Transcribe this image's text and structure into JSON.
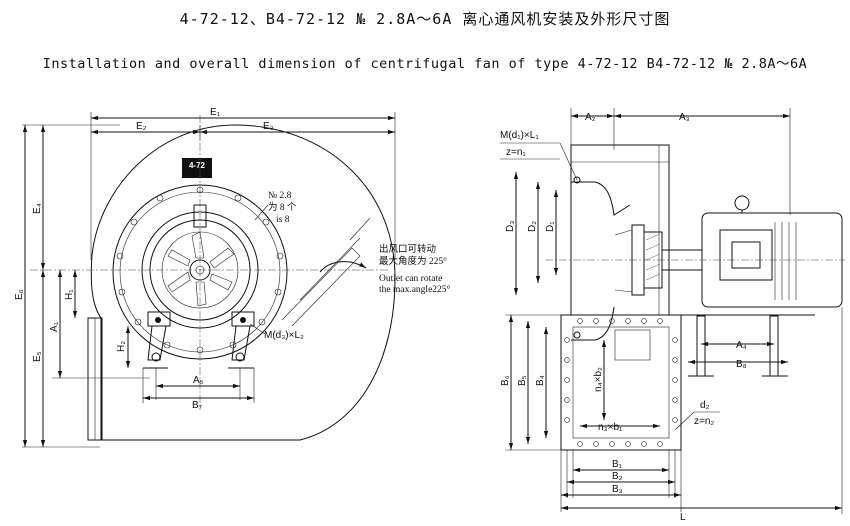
{
  "title_cn": "4-72-12、B4-72-12 № 2.8A～6A 离心通风机安装及外形尺寸图",
  "title_en": "Installation and overall dimension of centrifugal fan of type 4-72-12 B4-72-12 № 2.8A～6A",
  "badge": "4-72",
  "left_view": {
    "dims": {
      "e1": "E₁",
      "e2": "E₂",
      "e3": "E₃",
      "e4": "E₄",
      "e5": "E₅",
      "e6": "E₆",
      "a1": "A₁",
      "h1": "H₁",
      "h2": "H₂",
      "a5": "A₅",
      "b7": "B₇"
    },
    "bolt_label": "M(d₃)×L₂",
    "note_28_line1": "№ 2.8",
    "note_28_line2": "为 8 个",
    "note_28_line3": "is 8",
    "outlet_cn_line1": "出风口可转动",
    "outlet_cn_line2": "最大角度为 225°",
    "outlet_en_line1": "Outlet can rotate",
    "outlet_en_line2": "the max.angle225°"
  },
  "right_view": {
    "dims": {
      "a2": "A₂",
      "a3": "A₃",
      "a4": "A₄",
      "b8": "B₈",
      "d1": "D₁",
      "d2": "D₂",
      "d3": "D₃",
      "b1": "B₁",
      "b2": "B₂",
      "b3": "B₃",
      "b4": "B₄",
      "b5": "B₅",
      "b6": "B₆",
      "l": "L"
    },
    "bolt_label": "M(d₁)×L₁",
    "z_n1": "z=n₁",
    "n4b2": "n₄×b₂",
    "n3b1": "n₃×b₁",
    "d2_label": "d₂",
    "z_n2": "z=n₂"
  }
}
